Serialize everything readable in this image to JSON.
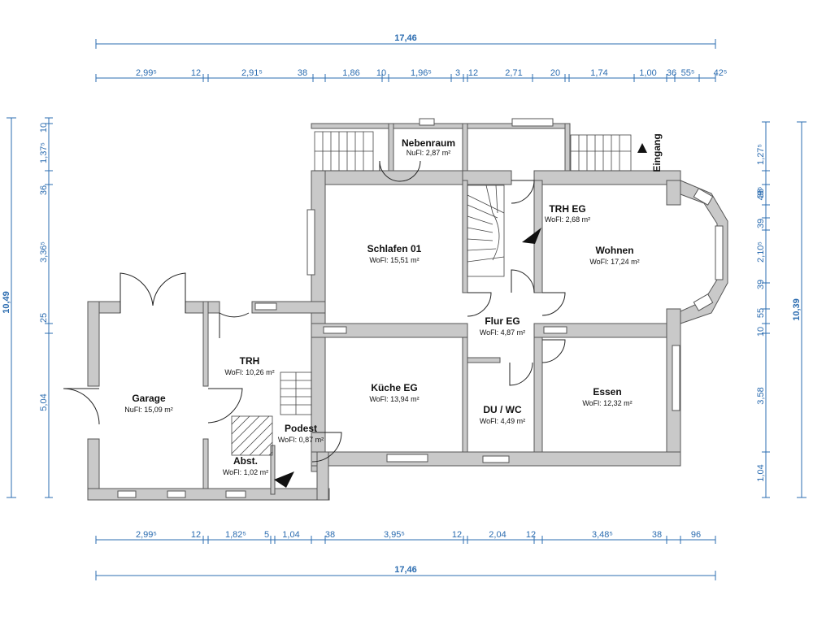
{
  "colors": {
    "dimension": "#2b6cb0",
    "wall": "#c9c9c9",
    "wall_outline": "#555555"
  },
  "dimensions": {
    "top_total": "17,46",
    "bottom_total": "17,46",
    "left_total": "10,49",
    "right_total": "10,39",
    "top_chain": [
      "2,99⁵",
      "12",
      "2,91⁵",
      "38",
      "1,86",
      "10",
      "1,96⁵",
      "3",
      "12",
      "2,71",
      "20",
      "1,74",
      "1,00",
      "36",
      "55⁵",
      "42⁵"
    ],
    "bottom_chain": [
      "2,99⁵",
      "12",
      "1,82⁵",
      "5",
      "1,04",
      "38",
      "3,95⁵",
      "12",
      "2,04",
      "12",
      "3,48⁵",
      "38",
      "96"
    ],
    "left_chain": [
      "10",
      "1,37⁵",
      "36",
      "3,36⁵",
      "25",
      "5,04"
    ],
    "right_chain": [
      "1,27⁵",
      "49⁵",
      "36",
      "39",
      "2,10⁵",
      "39",
      "55",
      "10",
      "3,58",
      "1,04"
    ]
  },
  "rooms": {
    "nebenraum": {
      "name": "Nebenraum",
      "area": "NuFl: 2,87 m²"
    },
    "trh_eg": {
      "name": "TRH EG",
      "area": "WoFl: 2,68 m²"
    },
    "schlafen": {
      "name": "Schlafen 01",
      "area": "WoFl: 15,51 m²"
    },
    "wohnen": {
      "name": "Wohnen",
      "area": "WoFl: 17,24 m²"
    },
    "flur": {
      "name": "Flur EG",
      "area": "WoFl: 4,87 m²"
    },
    "trh": {
      "name": "TRH",
      "area": "WoFl: 10,26 m²"
    },
    "garage": {
      "name": "Garage",
      "area": "NuFl: 15,09 m²"
    },
    "kueche": {
      "name": "Küche EG",
      "area": "WoFl: 13,94 m²"
    },
    "du_wc": {
      "name": "DU / WC",
      "area": "WoFl: 4,49 m²"
    },
    "essen": {
      "name": "Essen",
      "area": "WoFl: 12,32 m²"
    },
    "podest": {
      "name": "Podest",
      "area": "WoFl: 0,87 m²"
    },
    "abst": {
      "name": "Abst.",
      "area": "WoFl: 1,02 m²"
    }
  },
  "labels": {
    "entrance": "Eingang"
  }
}
